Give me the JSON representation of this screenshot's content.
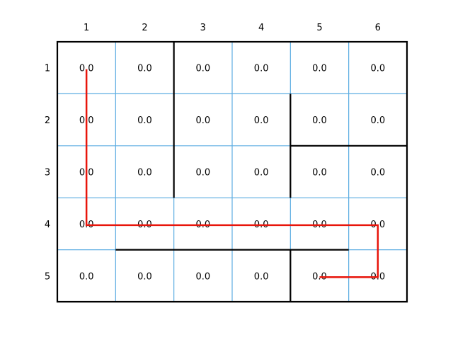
{
  "grid": {
    "column_labels": [
      "1",
      "2",
      "3",
      "4",
      "5",
      "6"
    ],
    "row_labels": [
      "1",
      "2",
      "3",
      "4",
      "5"
    ],
    "cells": [
      [
        "0.0",
        "0.0",
        "0.0",
        "0.0",
        "0.0",
        "0.0"
      ],
      [
        "0.0",
        "0.0",
        "0.0",
        "0.0",
        "0.0",
        "0.0"
      ],
      [
        "0.0",
        "0.0",
        "0.0",
        "0.0",
        "0.0",
        "0.0"
      ],
      [
        "0.0",
        "0.0",
        "0.0",
        "0.0",
        "0.0",
        "0.0"
      ],
      [
        "0.0",
        "0.0",
        "0.0",
        "0.0",
        "0.0",
        "0.0"
      ]
    ],
    "walls": [
      {
        "type": "vertical",
        "between_columns": [
          2,
          3
        ],
        "rows": [
          1,
          3
        ]
      },
      {
        "type": "vertical",
        "between_columns": [
          4,
          5
        ],
        "rows": [
          2,
          3
        ]
      },
      {
        "type": "horizontal",
        "between_rows": [
          2,
          3
        ],
        "columns": [
          5,
          6
        ]
      },
      {
        "type": "horizontal",
        "between_rows": [
          4,
          5
        ],
        "columns": [
          2,
          5
        ]
      },
      {
        "type": "vertical",
        "between_columns": [
          4,
          5
        ],
        "rows": [
          5,
          5
        ]
      }
    ],
    "path": [
      [
        1,
        1
      ],
      [
        4,
        1
      ],
      [
        4,
        6
      ],
      [
        5,
        6
      ],
      [
        5,
        5
      ]
    ]
  },
  "colors": {
    "grid_line": "#5dade2",
    "wall": "#000000",
    "path": "#e8150b",
    "text": "#000000",
    "background": "#ffffff"
  }
}
